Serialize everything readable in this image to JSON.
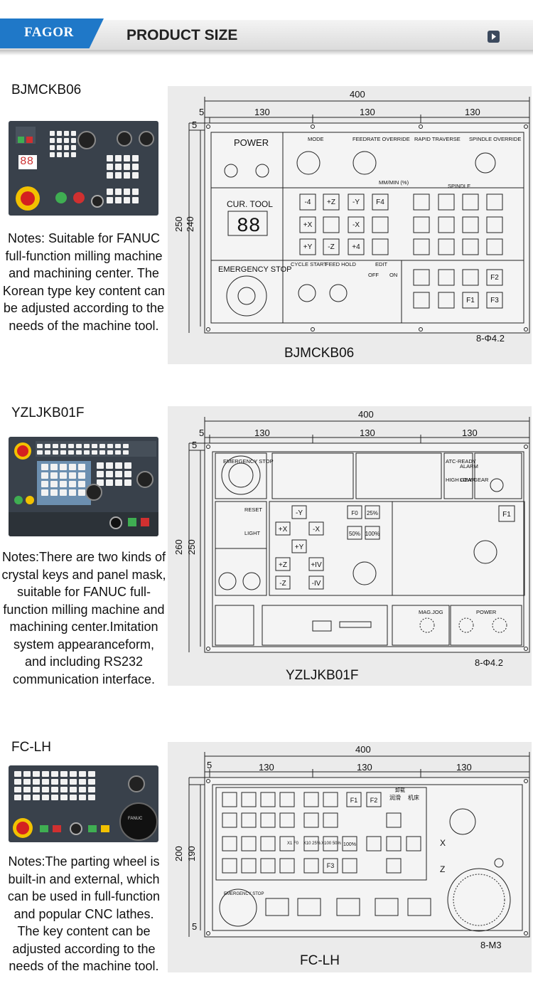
{
  "header": {
    "brand": "FAGOR",
    "title": "PRODUCT SIZE",
    "icon": "play-icon"
  },
  "products": [
    {
      "model": "BJMCKB06",
      "notes": "Notes: Suitable for FANUC full-function milling machine and machining center. The Korean type key content can be adjusted according to the needs of the machine tool.",
      "drawing": {
        "caption": "BJMCKB06",
        "dims": {
          "total_width": "400",
          "column": "130",
          "margin": "5",
          "outer_height": "250",
          "inner_height": "240",
          "holes": "8-Φ4.2"
        },
        "labels": {
          "power": "POWER",
          "cur_tool": "CUR. TOOL",
          "emergency_stop": "EMERGENCY STOP",
          "mode": "MODE",
          "feedrate_override": "FEEDRATE OVERRIDE",
          "rapid_traverse": "RAPID TRAVERSE",
          "spindle_override": "SPINDLE OVERRIDE",
          "spindle": "SPINDLE",
          "cycle_start": "CYCLE START",
          "feed_hold": "FEED HOLD",
          "edit": "EDIT",
          "off": "OFF",
          "on": "ON",
          "seg": "88",
          "unit": "MM/MIN (%)"
        },
        "keys": [
          "-4",
          "+Z",
          "-Y",
          "F4",
          "+X",
          "",
          "-X",
          "",
          "+Y",
          "-Z",
          "+4",
          ""
        ],
        "fkeys": [
          "F2",
          "F1",
          "F3"
        ]
      }
    },
    {
      "model": "YZLJKB01F",
      "notes": "Notes:There are two kinds of crystal keys and panel mask, suitable for FANUC full-function milling machine and machining center.Imitation system appearanceform, and including RS232 communication interface.",
      "drawing": {
        "caption": "YZLJKB01F",
        "dims": {
          "total_width": "400",
          "column": "130",
          "margin": "5",
          "outer_height": "260",
          "inner_height": "250",
          "holes": "8-Φ4.2"
        },
        "labels": {
          "emergency_stop": "EMERGENCY STOP",
          "atc_ready": "ATC-READY",
          "alarm": "ALARM",
          "high_gear": "HIGH GEAR",
          "low_gear": "LOW GEAR",
          "reset": "RESET",
          "light": "LIGHT",
          "mag_jog": "MAG.JOG",
          "power": "POWER",
          "f1": "F1"
        },
        "axis_keys": [
          "-Y",
          "+X",
          "-X",
          "+Y",
          "+Z",
          "+IV",
          "-Z",
          "-IV"
        ],
        "pct_keys": [
          "F0",
          "25%",
          "50%",
          "100%"
        ]
      }
    },
    {
      "model": "FC-LH",
      "notes": "Notes:The parting wheel is built-in and external, which can be used in full-function and popular CNC lathes. The key content can be adjusted according to the needs of the machine tool.",
      "drawing": {
        "caption": "FC-LH",
        "dims": {
          "total_width": "400",
          "column": "130",
          "margin": "5",
          "outer_height": "200",
          "inner_height": "190",
          "holes": "8-M3"
        },
        "labels": {
          "f1": "F1",
          "f2": "F2",
          "f3": "F3",
          "x1": "X1 F0",
          "x10": "X10 25%",
          "x100": "X100 50%",
          "p100": "100%",
          "x": "X",
          "z": "Z",
          "emergency_stop": "EMERGENCY STOP",
          "coolant_cn": "润滑",
          "machine_cn": "机床",
          "exit_cn": "卸载"
        }
      }
    }
  ],
  "photo_labels": {
    "fanuc": "FANUC",
    "seg": "88"
  }
}
